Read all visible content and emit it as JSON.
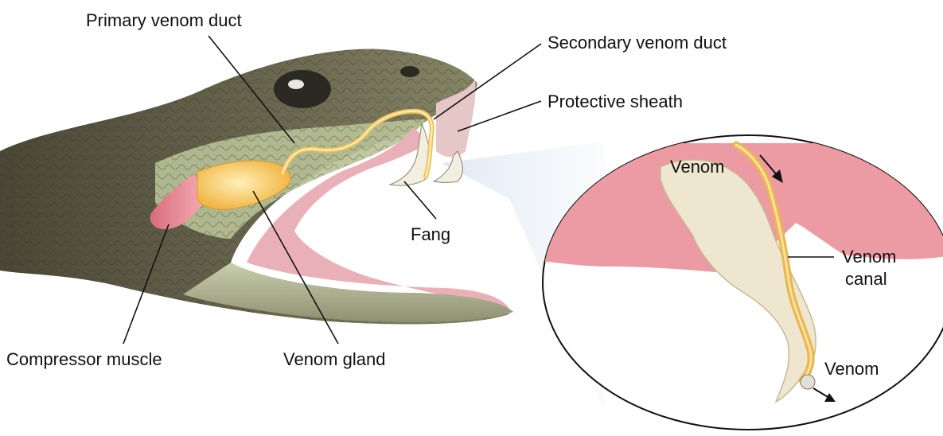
{
  "labels": {
    "primary_venom_duct": "Primary venom duct",
    "secondary_venom_duct": "Secondary venom duct",
    "protective_sheath": "Protective sheath",
    "fang": "Fang",
    "compressor_muscle": "Compressor muscle",
    "venom_gland": "Venom gland",
    "inset_venom_top": "Venom",
    "inset_venom_canal_line1": "Venom",
    "inset_venom_canal_line2": "canal",
    "inset_venom_bottom": "Venom"
  },
  "colors": {
    "snake_skin_dark": "#5b5a45",
    "snake_skin_light": "#b9c29a",
    "mouth_pink": "#e8a9b0",
    "gland_yellow": "#f6c95a",
    "muscle_pink": "#e98a96",
    "inset_pink": "#ec9aa3",
    "fang_ivory": "#efe6cf",
    "leader_line": "#111111"
  }
}
